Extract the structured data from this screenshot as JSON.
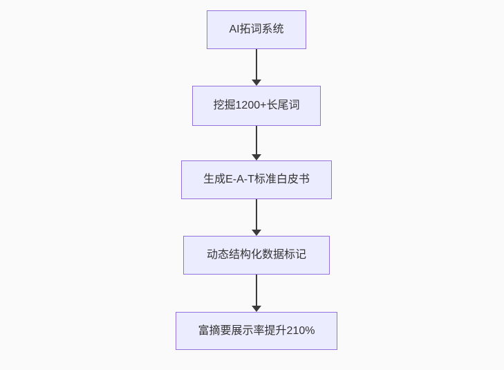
{
  "diagram": {
    "type": "flowchart",
    "direction": "top-down",
    "nodes": [
      {
        "id": "n1",
        "label": "AI拓词系统"
      },
      {
        "id": "n2",
        "label": "挖掘1200+长尾词"
      },
      {
        "id": "n3",
        "label": "生成E-A-T标准白皮书"
      },
      {
        "id": "n4",
        "label": "动态结构化数据标记"
      },
      {
        "id": "n5",
        "label": "富摘要展示率提升210%"
      }
    ],
    "edges": [
      {
        "from": "n1",
        "to": "n2",
        "style": "arrow-down"
      },
      {
        "from": "n2",
        "to": "n3",
        "style": "arrow-down"
      },
      {
        "from": "n3",
        "to": "n4",
        "style": "arrow-down"
      },
      {
        "from": "n4",
        "to": "n5",
        "style": "arrow-down"
      }
    ]
  },
  "colors": {
    "background": "#fafafa",
    "node_fill": "#ececff",
    "node_border": "#9370db",
    "edge": "#3a3a3a",
    "text": "#333333"
  }
}
